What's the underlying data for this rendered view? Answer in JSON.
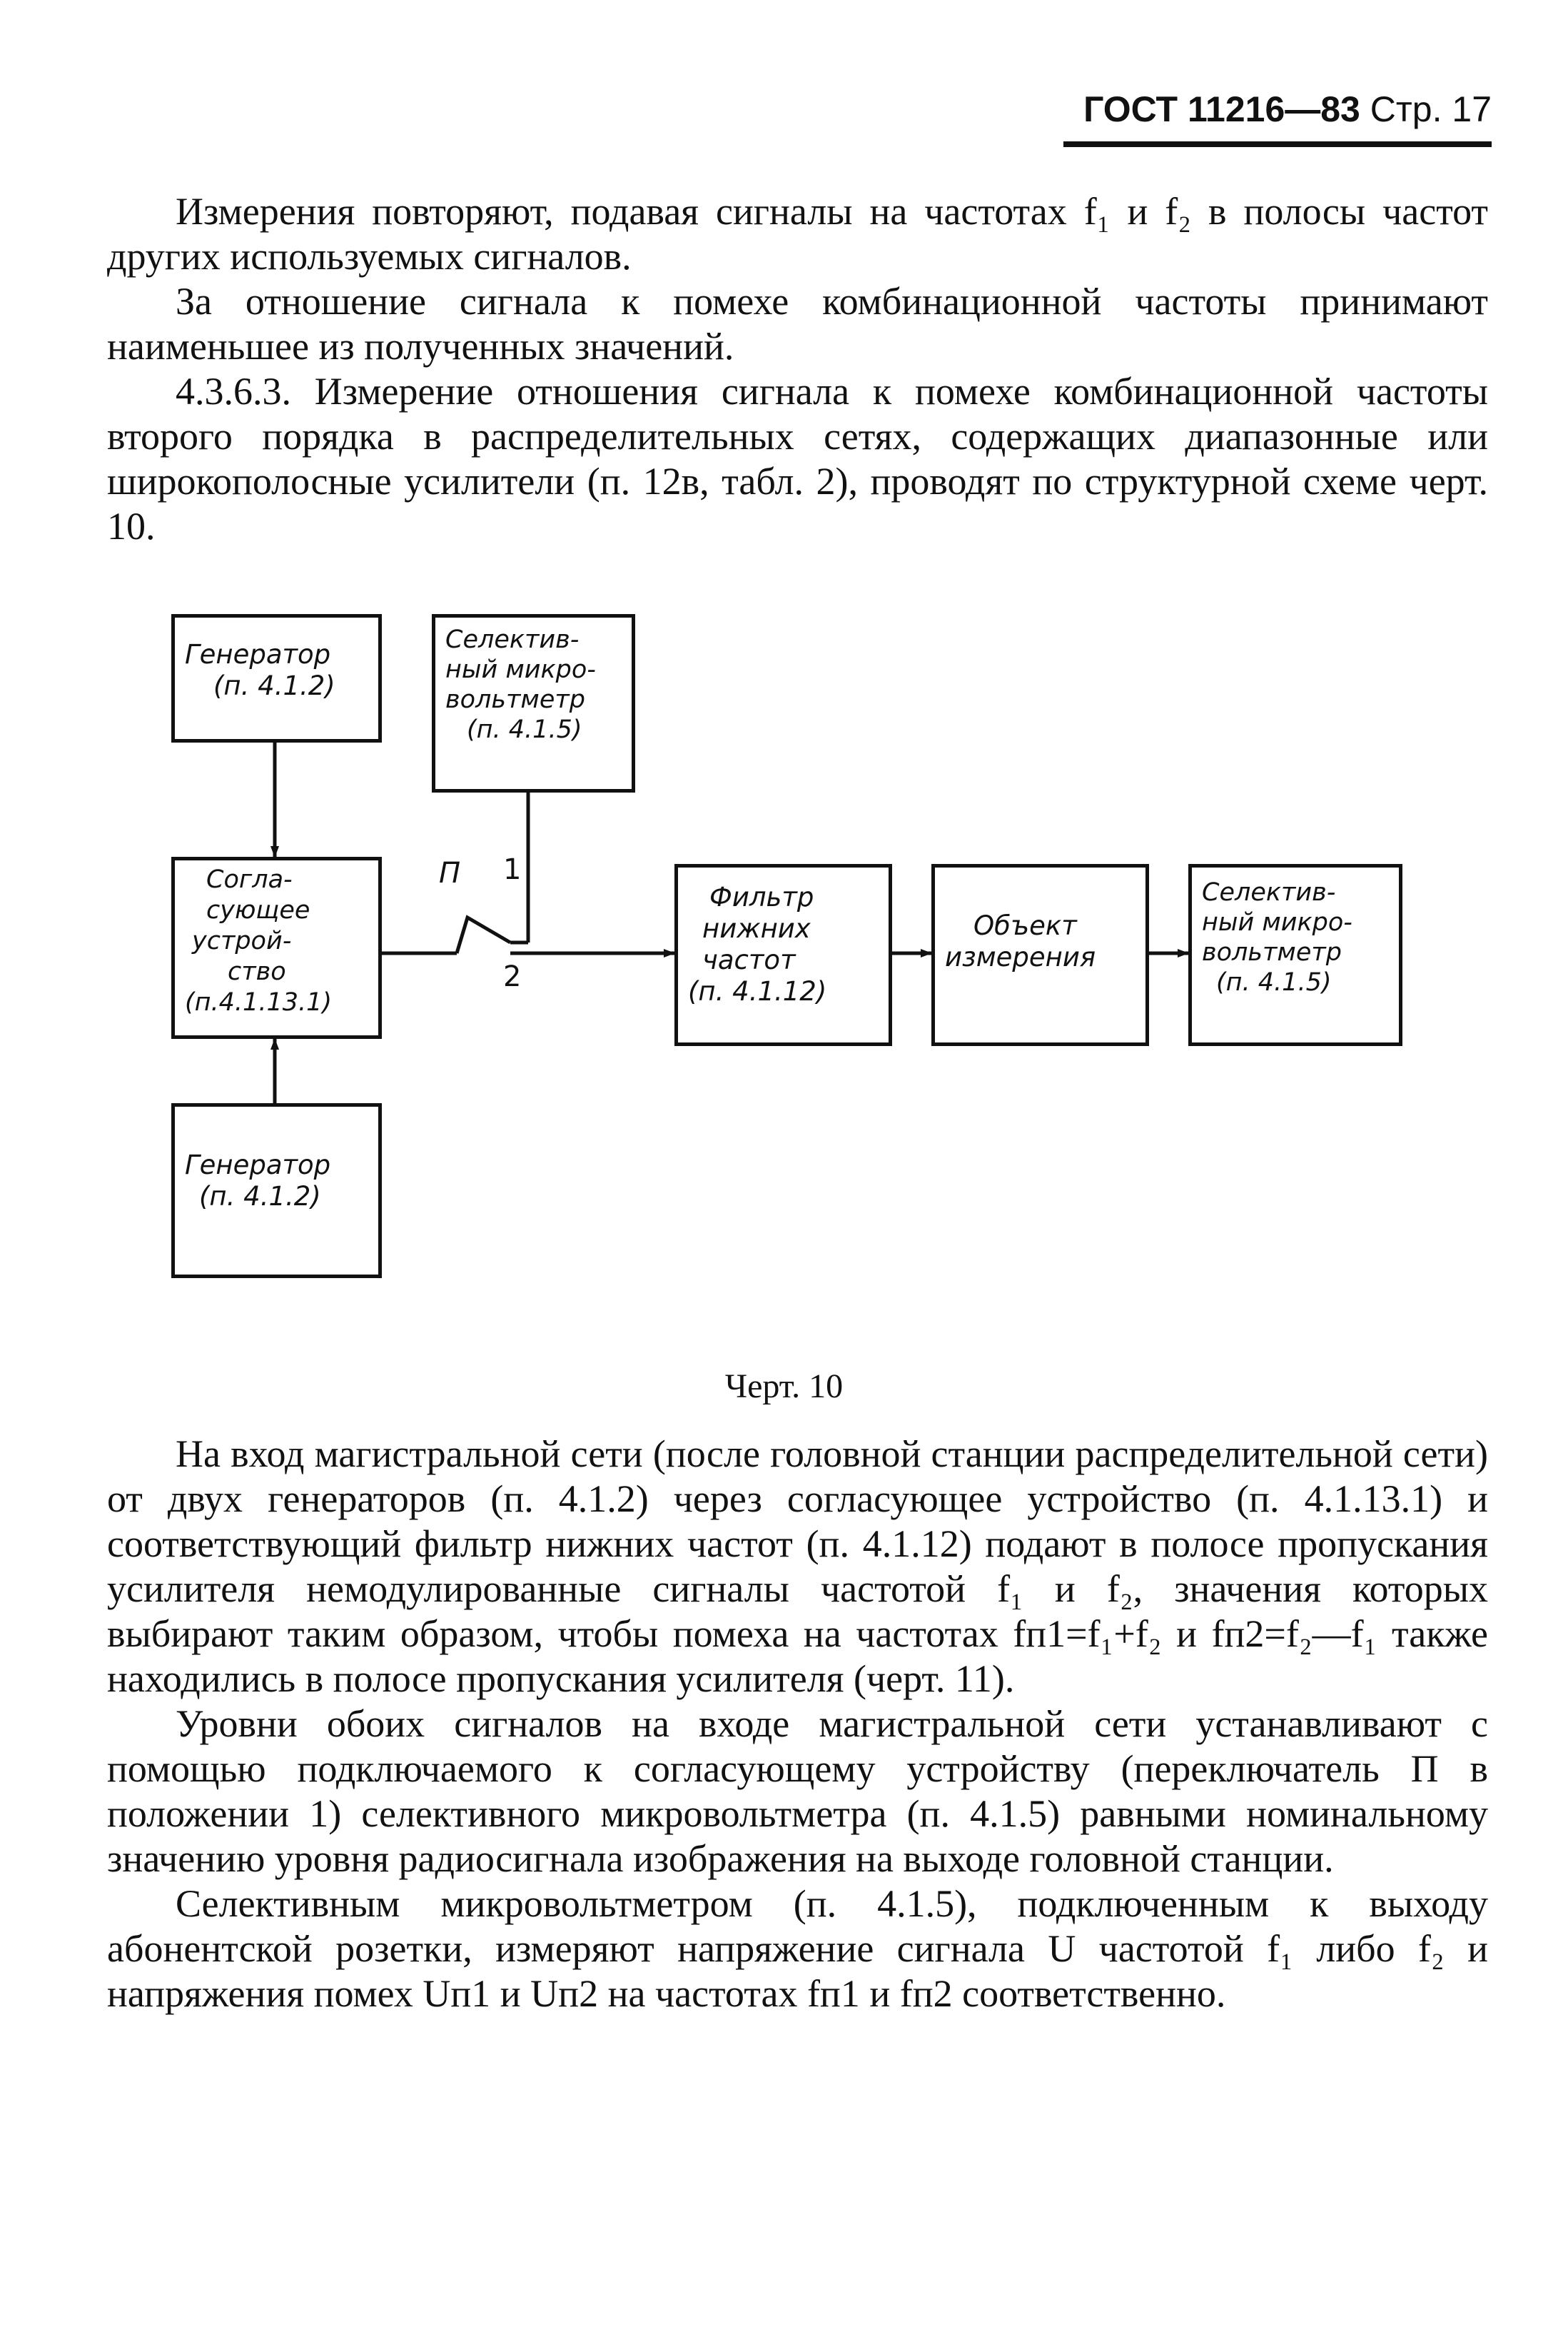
{
  "header": {
    "title": "ГОСТ 11216—83",
    "page": "Стр. 17"
  },
  "paragraphs_top": [
    "Измерения повторяют, подавая сигналы на частотах f₁ и f₂ в полосы частот других используемых сигналов.",
    "За отношение сигнала к помехе комбинационной частоты принимают наименьшее из полученных значений.",
    "4.3.6.3. Измерение отношения сигнала к помехе комбинационной частоты второго порядка в распределительных сетях, содержащих диапазонные или широкополосные усилители (п. 12в, табл. 2), проводят по структурной схеме черт. 10."
  ],
  "diagram": {
    "generator_top": [
      "Генератор",
      "(п. 4.1.2)"
    ],
    "voltmeter_top": [
      "Селектив-",
      "ный микро-",
      "вольтметр",
      "(п. 4.1.5)"
    ],
    "matching_device": [
      "Согла-",
      "сующее",
      "устрой-",
      "ство",
      "(п.4.1.13.1)"
    ],
    "generator_bottom": [
      "Генератор",
      "(п. 4.1.2)"
    ],
    "lowpass_filter": [
      "Фильтр",
      "нижних",
      "частот",
      "(п. 4.1.12)"
    ],
    "object": [
      "Объект",
      "измерения"
    ],
    "voltmeter_right": [
      "Селектив-",
      "ный микро-",
      "вольтметр",
      "(п. 4.1.5)"
    ],
    "switch_label": "П",
    "switch_pos1": "1",
    "switch_pos2": "2"
  },
  "caption": "Черт. 10",
  "paragraphs_bottom": [
    "На вход магистральной сети (после головной станции распределительной сети) от двух генераторов (п. 4.1.2) через согласующее устройство (п. 4.1.13.1) и соответствующий фильтр нижних частот (п. 4.1.12) подают в полосе пропускания усилителя немодулированные сигналы частотой f₁ и f₂, значения которых выбирают таким образом, чтобы помеха на частотах fп1=f₁+f₂ и fп2=f₂—f₁ также находились в полосе пропускания усилителя (черт. 11).",
    "Уровни обоих сигналов на входе магистральной сети устанавливают с помощью подключаемого к согласующему устройству (переключатель П в положении 1) селективного микровольтметра (п. 4.1.5) равными номинальному значению уровня радиосигнала изображения на выходе головной станции.",
    "Селективным микровольтметром (п. 4.1.5), подключенным к выходу абонентской розетки, измеряют напряжение сигнала U частотой f₁ либо f₂ и напряжения помех Uп1 и Uп2 на частотах fп1 и fп2 соответственно."
  ]
}
